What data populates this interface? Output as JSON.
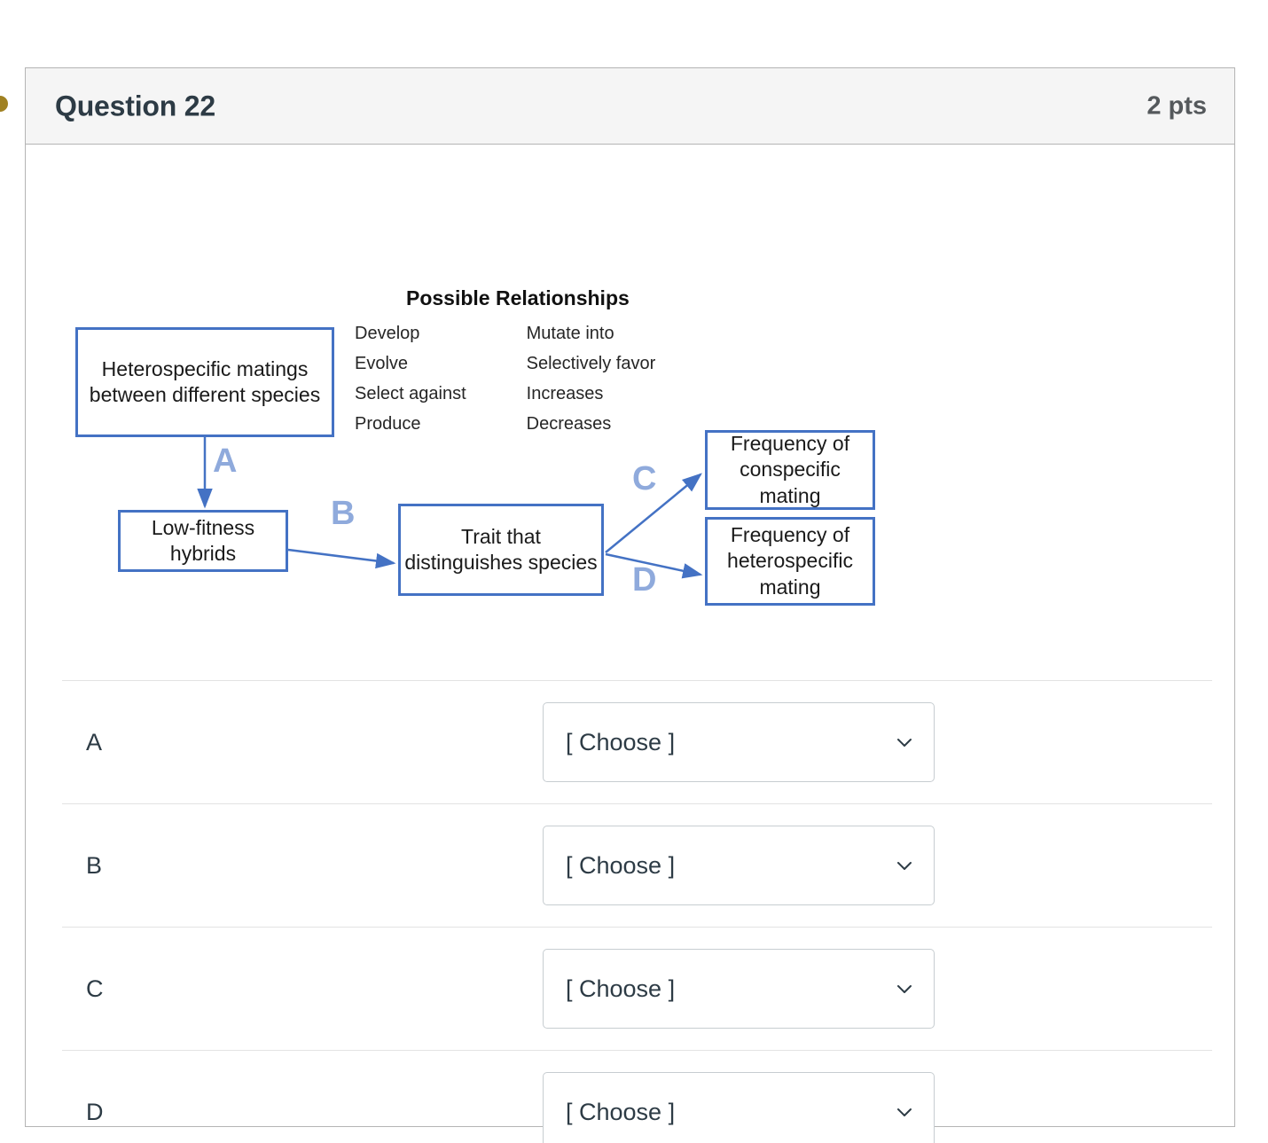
{
  "marker": {
    "name": "question-flag-dot",
    "color": "#a08122"
  },
  "question": {
    "title": "Question 22",
    "points": "2 pts"
  },
  "diagram": {
    "legend": {
      "title": "Possible Relationships",
      "column_left": [
        "Develop",
        "Evolve",
        "Select against",
        "Produce"
      ],
      "column_right": [
        "Mutate into",
        "Selectively favor",
        "Increases",
        "Decreases"
      ]
    },
    "boxes": {
      "heterospecific_matings": "Heterospecific matings between different species",
      "low_fitness_hybrids": "Low-fitness hybrids",
      "trait_distinguishes": "Trait that distinguishes species",
      "frequency_conspecific": "Frequency of conspecific mating",
      "frequency_heterospecific": "Frequency of heterospecific mating"
    },
    "arrow_labels": {
      "a": "A",
      "b": "B",
      "c": "C",
      "d": "D"
    },
    "colors": {
      "box_border": "#4472c4",
      "arrow": "#4472c4",
      "arrow_label": "#8faadc"
    }
  },
  "answers": {
    "placeholder": "[ Choose ]",
    "rows": [
      {
        "label": "A",
        "value": "[ Choose ]"
      },
      {
        "label": "B",
        "value": "[ Choose ]"
      },
      {
        "label": "C",
        "value": "[ Choose ]"
      },
      {
        "label": "D",
        "value": "[ Choose ]"
      }
    ]
  }
}
